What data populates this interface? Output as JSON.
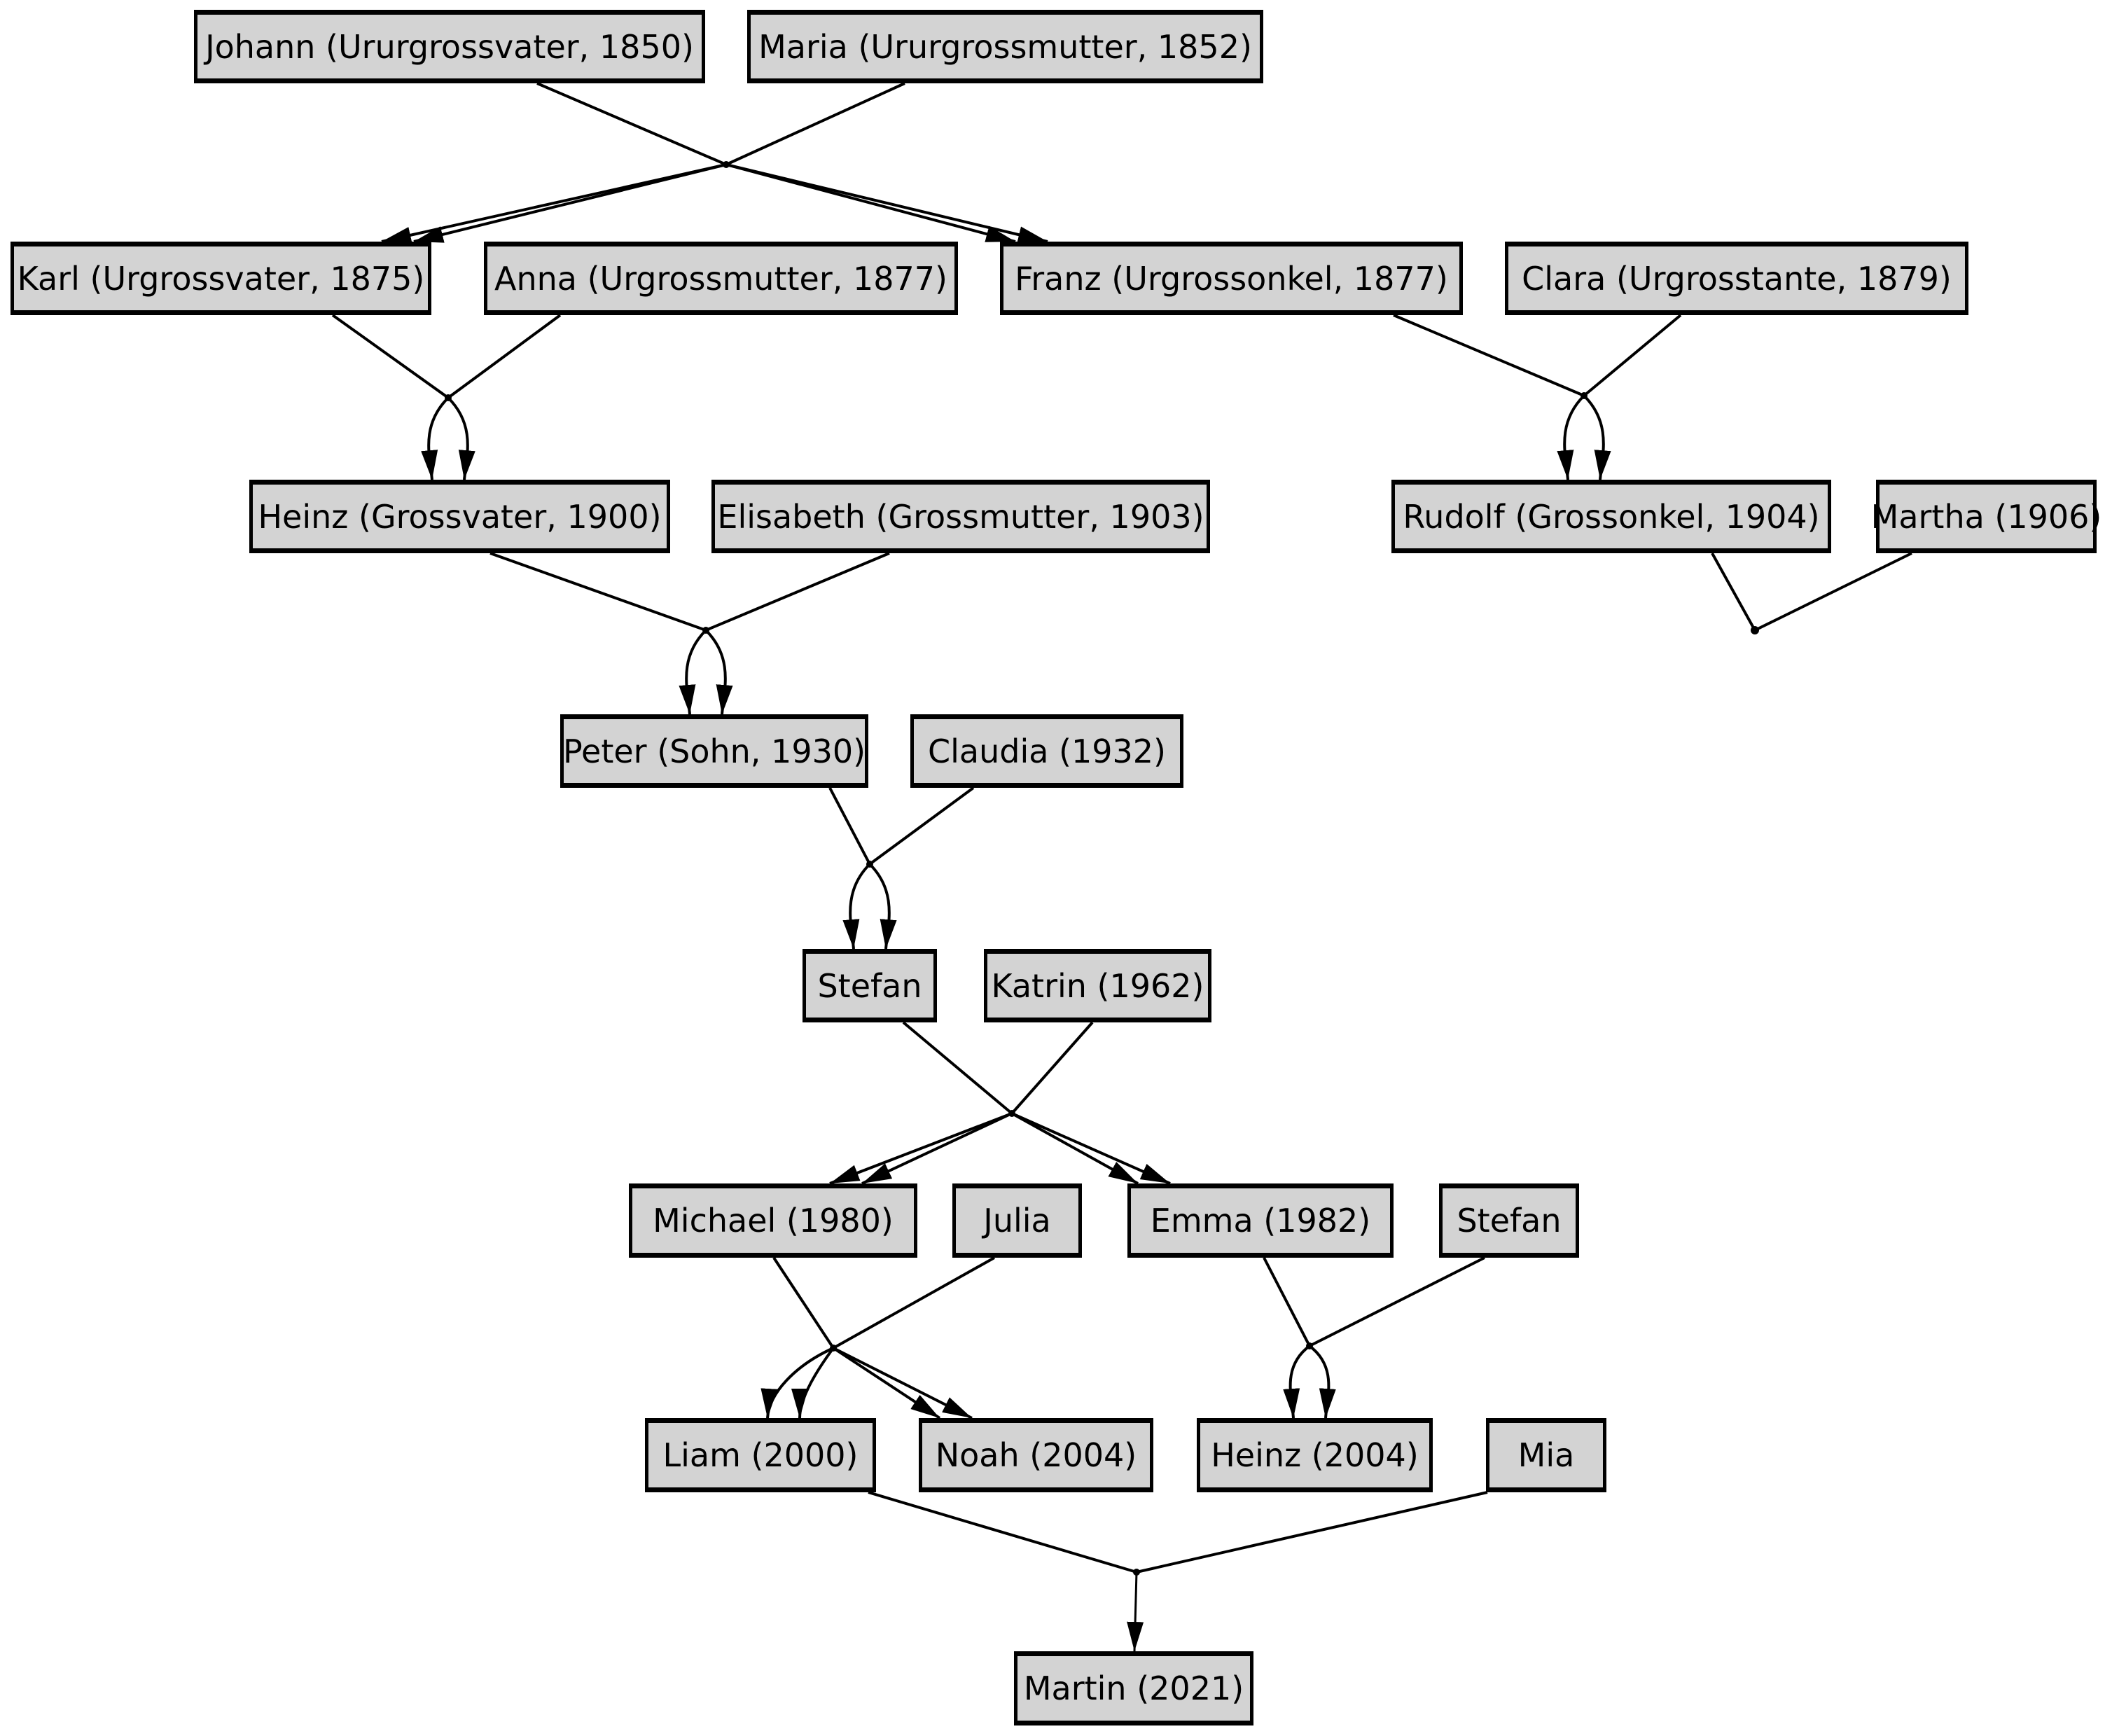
{
  "diagram": {
    "type": "family-tree",
    "background": "#ffffff",
    "node_fill": "#d3d3d3",
    "node_border_color": "#000000",
    "edge_color": "#000000"
  },
  "nodes": {
    "johann": {
      "label": "Johann (Ururgrossvater, 1850)"
    },
    "maria": {
      "label": "Maria (Ururgrossmutter, 1852)"
    },
    "karl": {
      "label": "Karl (Urgrossvater, 1875)"
    },
    "anna": {
      "label": "Anna (Urgrossmutter, 1877)"
    },
    "franz": {
      "label": "Franz (Urgrossonkel, 1877)"
    },
    "clara": {
      "label": "Clara (Urgrosstante, 1879)"
    },
    "heinz": {
      "label": "Heinz (Grossvater, 1900)"
    },
    "elisabeth": {
      "label": "Elisabeth (Grossmutter, 1903)"
    },
    "rudolf": {
      "label": "Rudolf (Grossonkel, 1904)"
    },
    "martha": {
      "label": "Martha (1906)"
    },
    "peter": {
      "label": "Peter (Sohn, 1930)"
    },
    "claudia": {
      "label": "Claudia (1932)"
    },
    "stefan": {
      "label": "Stefan"
    },
    "katrin": {
      "label": "Katrin (1962)"
    },
    "michael": {
      "label": "Michael (1980)"
    },
    "julia": {
      "label": "Julia"
    },
    "emma": {
      "label": "Emma (1982)"
    },
    "stefan2": {
      "label": "Stefan"
    },
    "liam": {
      "label": "Liam (2000)"
    },
    "noah": {
      "label": "Noah (2004)"
    },
    "heinz2": {
      "label": "Heinz (2004)"
    },
    "mia": {
      "label": "Mia"
    },
    "martin": {
      "label": "Martin (2021)"
    }
  },
  "relationships": [
    {
      "parents": [
        "johann",
        "maria"
      ],
      "children": [
        "karl",
        "franz"
      ]
    },
    {
      "parents": [
        "karl",
        "anna"
      ],
      "children": [
        "heinz"
      ]
    },
    {
      "parents": [
        "franz",
        "clara"
      ],
      "children": [
        "rudolf"
      ]
    },
    {
      "parents": [
        "rudolf",
        "martha"
      ],
      "children": []
    },
    {
      "parents": [
        "heinz",
        "elisabeth"
      ],
      "children": [
        "peter"
      ]
    },
    {
      "parents": [
        "peter",
        "claudia"
      ],
      "children": [
        "stefan"
      ]
    },
    {
      "parents": [
        "stefan",
        "katrin"
      ],
      "children": [
        "michael",
        "emma"
      ]
    },
    {
      "parents": [
        "michael",
        "julia"
      ],
      "children": [
        "liam",
        "noah"
      ]
    },
    {
      "parents": [
        "emma",
        "stefan2"
      ],
      "children": [
        "heinz2"
      ]
    },
    {
      "parents": [
        "liam",
        "mia"
      ],
      "children": [
        "martin"
      ]
    }
  ]
}
